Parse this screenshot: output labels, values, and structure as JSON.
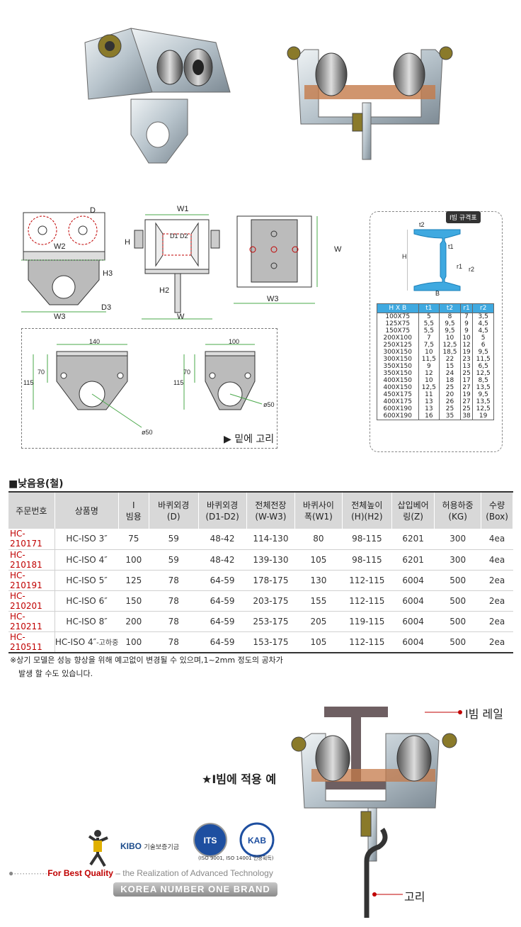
{
  "diagram_labels": {
    "d": "D",
    "w2": "W2",
    "h3": "H3",
    "d3": "D3",
    "w3_left": "W3",
    "w1": "W1",
    "h": "H",
    "d1d2": "D1 D2",
    "h2": "H2",
    "w": "W",
    "w_right": "W",
    "w3_right": "W3",
    "dim_140": "140",
    "dim_100": "100",
    "dim_70_a": "70",
    "dim_115_a": "115",
    "dim_70_b": "70",
    "dim_115_b": "115",
    "dim_o50_a": "ø50",
    "dim_o50_b": "ø50"
  },
  "hook_caption": "▶ 밑에 고리",
  "ibeam": {
    "title": "I빔 규격표",
    "labels": {
      "t2": "t2",
      "t1": "t1",
      "h": "H",
      "r1": "r1",
      "r2": "r2",
      "b": "B"
    },
    "headers": [
      "H X B",
      "t1",
      "t2",
      "r1",
      "r2"
    ],
    "rows": [
      [
        "100X75",
        "5",
        "8",
        "7",
        "3,5"
      ],
      [
        "125X75",
        "5,5",
        "9,5",
        "9",
        "4,5"
      ],
      [
        "150X75",
        "5,5",
        "9,5",
        "9",
        "4,5"
      ],
      [
        "200X100",
        "7",
        "10",
        "10",
        "5"
      ],
      [
        "250X125",
        "7,5",
        "12,5",
        "12",
        "6"
      ],
      [
        "300X150",
        "10",
        "18,5",
        "19",
        "9,5"
      ],
      [
        "300X150",
        "11,5",
        "22",
        "23",
        "11,5"
      ],
      [
        "350X150",
        "9",
        "15",
        "13",
        "6,5"
      ],
      [
        "350X150",
        "12",
        "24",
        "25",
        "12,5"
      ],
      [
        "400X150",
        "10",
        "18",
        "17",
        "8,5"
      ],
      [
        "400X150",
        "12,5",
        "25",
        "27",
        "13,5"
      ],
      [
        "450X175",
        "11",
        "20",
        "19",
        "9,5"
      ],
      [
        "400X175",
        "13",
        "26",
        "27",
        "13,5"
      ],
      [
        "600X190",
        "13",
        "25",
        "25",
        "12,5"
      ],
      [
        "600X190",
        "16",
        "35",
        "38",
        "19"
      ]
    ]
  },
  "section_title": "■낮음용(철)",
  "table": {
    "headers": [
      [
        "주문번호",
        ""
      ],
      [
        "상품명",
        ""
      ],
      [
        "I",
        "빔용"
      ],
      [
        "바퀴외경",
        "(D)"
      ],
      [
        "바퀴외경",
        "(D1-D2)"
      ],
      [
        "전체전장",
        "(W-W3)"
      ],
      [
        "바퀴사이",
        "폭(W1)"
      ],
      [
        "전체높이",
        "(H)(H2)"
      ],
      [
        "삽입베어",
        "링(Z)"
      ],
      [
        "허용하중",
        "(KG)"
      ],
      [
        "수량",
        "(Box)"
      ]
    ],
    "rows": [
      {
        "code": "HC-210171",
        "name": "HC-ISO 3″",
        "name_sub": "",
        "beam": "75",
        "d": "59",
        "d1d2": "48-42",
        "ww3": "114-130",
        "w1": "80",
        "hh2": "98-115",
        "z": "6201",
        "kg": "300",
        "box": "4ea"
      },
      {
        "code": "HC-210181",
        "name": "HC-ISO 4″",
        "name_sub": "",
        "beam": "100",
        "d": "59",
        "d1d2": "48-42",
        "ww3": "139-130",
        "w1": "105",
        "hh2": "98-115",
        "z": "6201",
        "kg": "300",
        "box": "4ea"
      },
      {
        "code": "HC-210191",
        "name": "HC-ISO 5″",
        "name_sub": "",
        "beam": "125",
        "d": "78",
        "d1d2": "64-59",
        "ww3": "178-175",
        "w1": "130",
        "hh2": "112-115",
        "z": "6004",
        "kg": "500",
        "box": "2ea"
      },
      {
        "code": "HC-210201",
        "name": "HC-ISO 6″",
        "name_sub": "",
        "beam": "150",
        "d": "78",
        "d1d2": "64-59",
        "ww3": "203-175",
        "w1": "155",
        "hh2": "112-115",
        "z": "6004",
        "kg": "500",
        "box": "2ea"
      },
      {
        "code": "HC-210211",
        "name": "HC-ISO 8″",
        "name_sub": "",
        "beam": "200",
        "d": "78",
        "d1d2": "64-59",
        "ww3": "253-175",
        "w1": "205",
        "hh2": "119-115",
        "z": "6004",
        "kg": "500",
        "box": "2ea"
      },
      {
        "code": "HC-210511",
        "name": "HC-ISO 4″",
        "name_sub": "-고하중",
        "beam": "100",
        "d": "78",
        "d1d2": "64-59",
        "ww3": "153-175",
        "w1": "105",
        "hh2": "112-115",
        "z": "6004",
        "kg": "500",
        "box": "2ea"
      }
    ]
  },
  "note_line1": "※상기 모델은 성능 향상을 위해 예고없이 변경될 수 있으며,1~2mm 정도의  공차가",
  "note_line2": "발생 할 수도 있습니다.",
  "example": {
    "star_label": "★I빔에 적용 예",
    "rail_label": "I빔 레일",
    "hook_label": "고리"
  },
  "footer": {
    "kibo": "KIBO",
    "kibo_sub": "기술보증기금",
    "its": "ITS",
    "kab": "KAB",
    "cert_caption": "(ISO 9001, ISO 14001 인증획득)",
    "best_quality": "For Best Quality",
    "realization": " – the Realization of Advanced Technology",
    "korea": "KOREA NUMBER ONE BRAND"
  },
  "colors": {
    "accent_red": "#c00000",
    "ibeam_blue": "#3fa9e0",
    "header_gray": "#d8d8d8"
  }
}
